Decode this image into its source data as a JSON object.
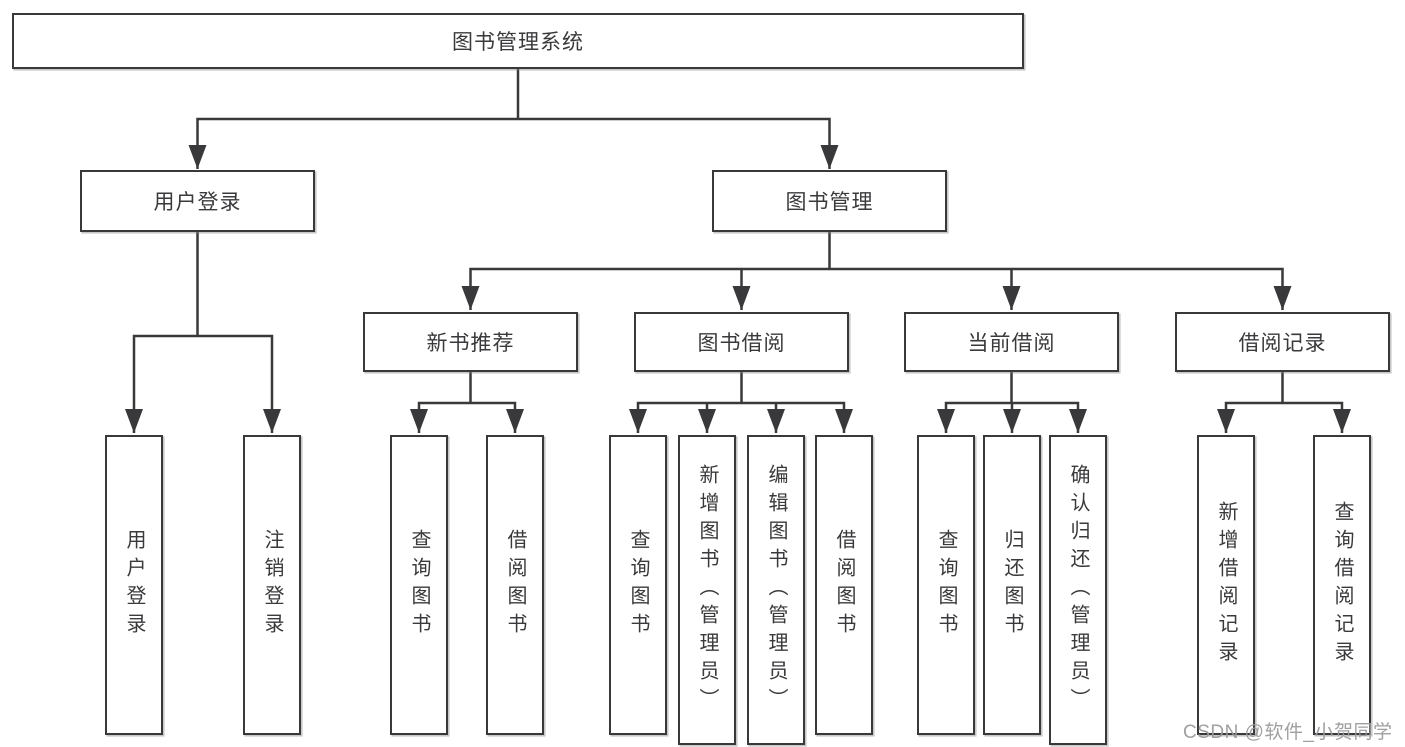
{
  "diagram": {
    "title": "图书管理系统",
    "nodes": {
      "root": {
        "label": "图书管理系统"
      },
      "user_login": {
        "label": "用户登录"
      },
      "book_management": {
        "label": "图书管理"
      },
      "new_book_recommend": {
        "label": "新书推荐"
      },
      "book_borrowing": {
        "label": "图书借阅"
      },
      "current_borrowing": {
        "label": "当前借阅"
      },
      "borrowing_records": {
        "label": "借阅记录"
      },
      "leaf_user_login": {
        "label": "用户登录"
      },
      "leaf_logout": {
        "label": "注销登录"
      },
      "leaf_nb_query_books": {
        "label": "查询图书"
      },
      "leaf_nb_borrow_books": {
        "label": "借阅图书"
      },
      "leaf_bb_query_books": {
        "label": "查询图书"
      },
      "leaf_bb_add_books": {
        "label": "新增图书（管理员）"
      },
      "leaf_bb_edit_books": {
        "label": "编辑图书（管理员）"
      },
      "leaf_bb_borrow_books": {
        "label": "借阅图书"
      },
      "leaf_cb_query_books": {
        "label": "查询图书"
      },
      "leaf_cb_return_books": {
        "label": "归还图书"
      },
      "leaf_cb_confirm_return": {
        "label": "确认归还（管理员）"
      },
      "leaf_br_add_record": {
        "label": "新增借阅记录"
      },
      "leaf_br_query_record": {
        "label": "查询借阅记录"
      }
    },
    "structure": {
      "root_children": [
        "user_login",
        "book_management"
      ],
      "user_login_children": [
        "leaf_user_login",
        "leaf_logout"
      ],
      "book_management_children": [
        "new_book_recommend",
        "book_borrowing",
        "current_borrowing",
        "borrowing_records"
      ],
      "new_book_recommend_children": [
        "leaf_nb_query_books",
        "leaf_nb_borrow_books"
      ],
      "book_borrowing_children": [
        "leaf_bb_query_books",
        "leaf_bb_add_books",
        "leaf_bb_edit_books",
        "leaf_bb_borrow_books"
      ],
      "current_borrowing_children": [
        "leaf_cb_query_books",
        "leaf_cb_return_books",
        "leaf_cb_confirm_return"
      ],
      "borrowing_records_children": [
        "leaf_br_add_record",
        "leaf_br_query_record"
      ]
    }
  },
  "watermark": {
    "text": "CSDN @软件_小贺同学"
  },
  "colors": {
    "line": "#39393b",
    "box_border": "#39393b",
    "text": "#3a3a3c",
    "watermark": "#9b9b9d",
    "background": "#ffffff"
  }
}
